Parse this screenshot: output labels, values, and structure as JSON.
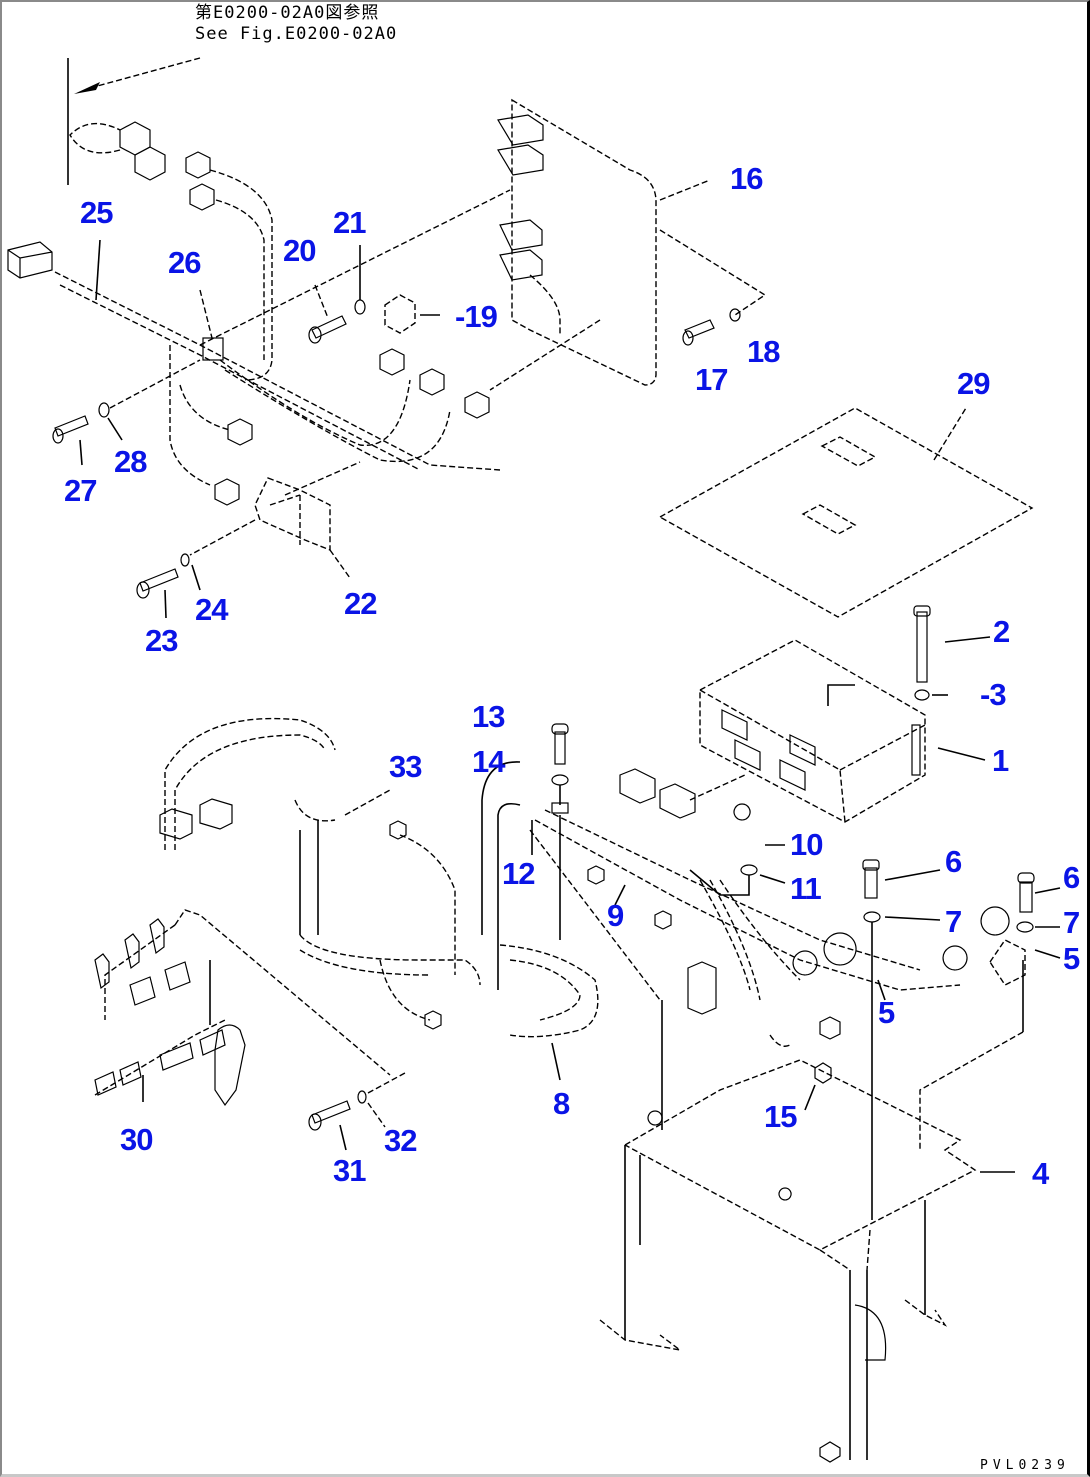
{
  "reference": {
    "line_jp": "第E0200-02A0図参照",
    "line_en": "See Fig.E0200-02A0"
  },
  "figure_code": "PVL0239",
  "callout_color": "#0a14e6",
  "callouts": [
    {
      "id": "25",
      "label": "25"
    },
    {
      "id": "26",
      "label": "26"
    },
    {
      "id": "20",
      "label": "20"
    },
    {
      "id": "21",
      "label": "21"
    },
    {
      "id": "19",
      "label": "-19"
    },
    {
      "id": "16",
      "label": "16"
    },
    {
      "id": "17",
      "label": "17"
    },
    {
      "id": "18",
      "label": "18"
    },
    {
      "id": "27",
      "label": "27"
    },
    {
      "id": "28",
      "label": "28"
    },
    {
      "id": "29",
      "label": "29"
    },
    {
      "id": "22",
      "label": "22"
    },
    {
      "id": "23",
      "label": "23"
    },
    {
      "id": "24",
      "label": "24"
    },
    {
      "id": "2",
      "label": "2"
    },
    {
      "id": "3",
      "label": "-3"
    },
    {
      "id": "1",
      "label": "1"
    },
    {
      "id": "13",
      "label": "13"
    },
    {
      "id": "14",
      "label": "14"
    },
    {
      "id": "33",
      "label": "33"
    },
    {
      "id": "10",
      "label": "10"
    },
    {
      "id": "11",
      "label": "11"
    },
    {
      "id": "12",
      "label": "12"
    },
    {
      "id": "9",
      "label": "9"
    },
    {
      "id": "6a",
      "label": "6"
    },
    {
      "id": "6b",
      "label": "6"
    },
    {
      "id": "7a",
      "label": "7"
    },
    {
      "id": "7b",
      "label": "7"
    },
    {
      "id": "5a",
      "label": "5"
    },
    {
      "id": "5b",
      "label": "5"
    },
    {
      "id": "30",
      "label": "30"
    },
    {
      "id": "8",
      "label": "8"
    },
    {
      "id": "32",
      "label": "32"
    },
    {
      "id": "31",
      "label": "31"
    },
    {
      "id": "15",
      "label": "15"
    },
    {
      "id": "4",
      "label": "4"
    }
  ]
}
